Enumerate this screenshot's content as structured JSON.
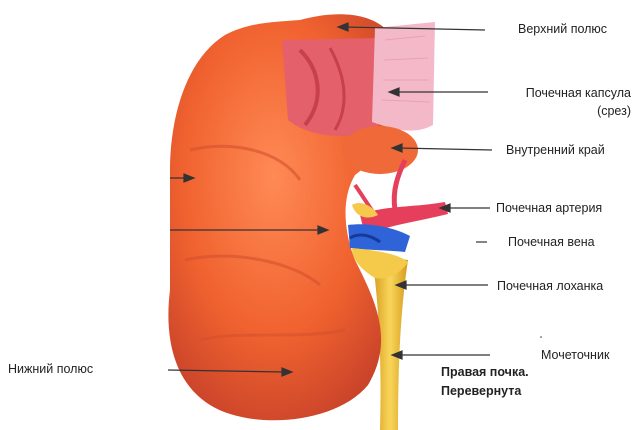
{
  "labels": {
    "upper_pole": "Верхний полюс",
    "renal_capsule_line1": "Почечная капсула",
    "renal_capsule_line2": "(срез)",
    "inner_edge": "Внутренний край",
    "renal_artery": "Почечная артерия",
    "renal_vein": "Почечная вена",
    "renal_pelvis": "Почечная лоханка",
    "ureter": "Мочеточник",
    "lower_pole": "Нижний полюс"
  },
  "caption": {
    "line1": "Правая почка.",
    "line2": "Перевернута"
  },
  "colors": {
    "kidney": "#f26a3a",
    "kidney_shadow": "#c8452a",
    "capsule_pink": "#f3b4c4",
    "capsule_cut": "#e05a5e",
    "artery": "#e83e5a",
    "vein": "#2e5fd6",
    "ureter": "#f2c23a",
    "leader_line": "#333333"
  }
}
